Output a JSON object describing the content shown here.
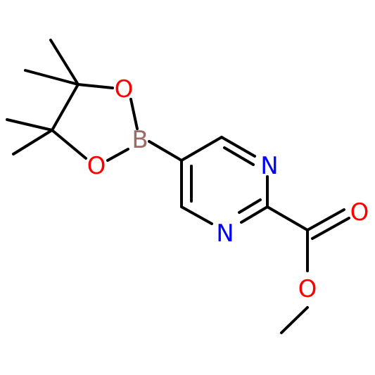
{
  "molecule": {
    "atoms": {
      "B": {
        "text": "B",
        "color": "#9c6b65"
      },
      "O1": {
        "text": "O",
        "color": "#ff0000"
      },
      "O2": {
        "text": "O",
        "color": "#ff0000"
      },
      "N1": {
        "text": "N",
        "color": "#0000ff"
      },
      "N2": {
        "text": "N",
        "color": "#0000ff"
      },
      "O3": {
        "text": "O",
        "color": "#ff0000"
      },
      "O4": {
        "text": "O",
        "color": "#ff0000"
      }
    },
    "bond_color": "#000000"
  }
}
